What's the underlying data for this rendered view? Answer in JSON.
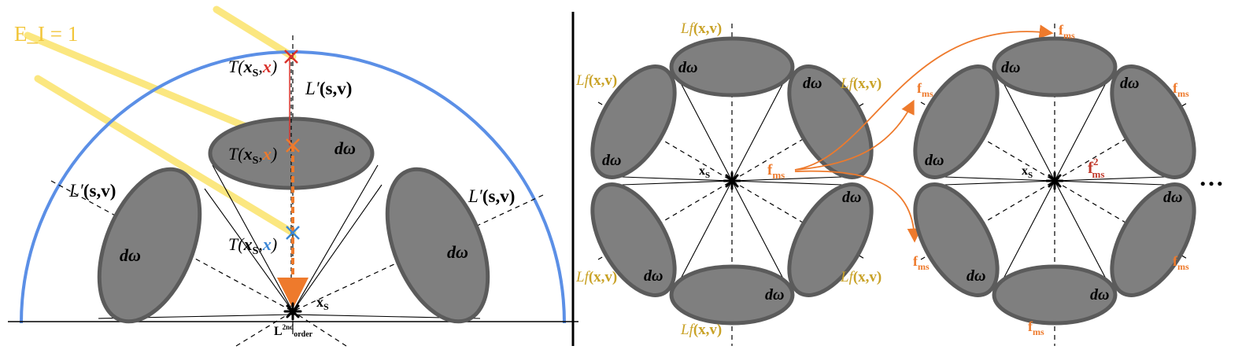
{
  "colors": {
    "sun": "#fbe36a",
    "ei_label": "#f2c63c",
    "dome": "#5b8fe6",
    "lobe_fill": "#7f7f7f",
    "lobe_stroke": "#5b5b5b",
    "orange": "#ee7a2c",
    "red_x": "#d9322b",
    "blue_x": "#3a86d6",
    "olive": "#c9a227",
    "dark_red": "#c0392b"
  },
  "left_panel": {
    "ei_label": "E_I = 1",
    "T_top": {
      "prefix": "T(",
      "xs": "x",
      "xs_sub": "S",
      "comma": ",",
      "x": "x",
      "close": ")"
    },
    "T_mid": {
      "prefix": "T(",
      "xs": "x",
      "xs_sub": "S",
      "comma": ",",
      "x": "x",
      "close": ")"
    },
    "T_bot": {
      "prefix": "T(",
      "xs": "x",
      "xs_sub": "S",
      "comma": ",",
      "x": "x",
      "close": ")"
    },
    "L_prime_top": {
      "L": "L′",
      "args": "(s,v)"
    },
    "L_prime_left": {
      "L": "L′",
      "args": "(s,v)"
    },
    "L_prime_right": {
      "L": "L′",
      "args": "(s,v)"
    },
    "domega": "dω",
    "xs_label": {
      "x": "x",
      "sub": "S"
    },
    "L2": {
      "L": "L",
      "sup": "2nd",
      "sub": "order"
    }
  },
  "right_panel": {
    "domega": "dω",
    "Lf_label": {
      "L": "Lf",
      "args": "(x,v)"
    },
    "xs_label": {
      "x": "x",
      "sub": "S"
    },
    "fms": {
      "f": "f",
      "sub": "ms"
    },
    "fms2": {
      "f": "f",
      "sub": "ms",
      "sup": "2"
    },
    "ellipsis": "…"
  }
}
